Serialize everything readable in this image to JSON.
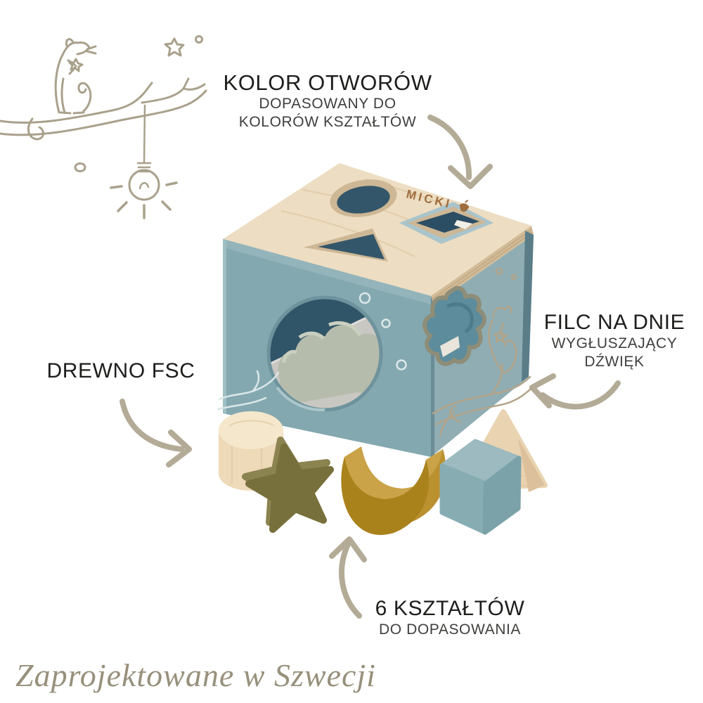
{
  "colors": {
    "accent_arrow": "#b3ab96",
    "sketch_line": "#a9a18b",
    "heading_text": "#1d1d1b",
    "body_text": "#3f3f3d",
    "tagline_text": "#97907b",
    "wood_top": "#edddc2",
    "front_face": "#84a8b0",
    "side_face": "#8fadb3",
    "interior_dark": "#305568",
    "felt_grey": "#c9c7c2",
    "cloud_block": "#b6bcac",
    "star_block_olive": "#77703c",
    "moon_block_mustard": "#b1871f",
    "cube_block_blue": "#87adb3",
    "wood_block": "#eed9b8",
    "brand_brown": "#a06e3e",
    "print_tan": "#b3a489",
    "print_white": "#dce8e9"
  },
  "product": {
    "brand": "MICKI"
  },
  "annotations": {
    "holes_color": {
      "title": "KOLOR OTWORÓW",
      "line1": "DOPASOWANY DO",
      "line2": "KOLORÓW KSZTAŁTÓW"
    },
    "felt_bottom": {
      "title": "FILC NA DNIE",
      "line1": "WYGŁUSZAJĄCY",
      "line2": "DŹWIĘK"
    },
    "fsc_wood": {
      "title": "DREWNO FSC"
    },
    "six_shapes": {
      "title": "6 KSZTAŁTÓW",
      "line1": "DO DOPASOWANIA"
    }
  },
  "footer": {
    "tagline": "Zaprojektowane w Szwecji"
  },
  "icons": {
    "sketch_scene": "squirrel-on-branch-with-hanging-bulb-and-stars",
    "brand_mark": "acorn-icon",
    "arrows": [
      "arrow-to-top-holes",
      "arrow-to-felt-bottom",
      "arrow-to-wood-cylinder",
      "arrow-to-shape-blocks"
    ],
    "toy_parts": [
      "shape-sorter-cube",
      "circle-hole",
      "triangle-hole",
      "square-hole",
      "front-round-opening",
      "star-hole",
      "felt-lining",
      "cloud-block",
      "cylinder-block",
      "star-block",
      "moon-block",
      "cube-block",
      "triangle-block"
    ]
  }
}
